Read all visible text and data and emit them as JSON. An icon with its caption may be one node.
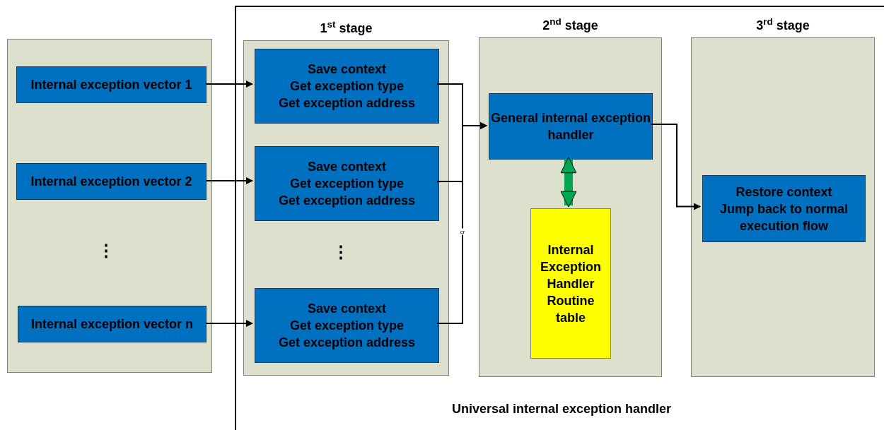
{
  "diagram": {
    "nodes": [
      {
        "text": [],
        "shape": "box"
      },
      {
        "text": [
          "Internal exception vector 1"
        ],
        "in": 0
      },
      {
        "text": [
          "Internal exception vector 2"
        ],
        "in": 0
      },
      {
        "text": [
          "Internal exception vector n"
        ],
        "in": 0
      },
      {
        "text": [
          "Universal internal exception handler"
        ]
      },
      {
        "text": [
          "1$^{st}$ stage"
        ],
        "in": 4
      },
      {
        "text": [
          "Save context",
          "Get exception type",
          "Get exception address"
        ],
        "in": 5
      },
      {
        "text": [
          "Save context",
          "Get exception type",
          "Get exception address"
        ],
        "in": 5
      },
      {
        "text": [
          "Save context",
          "Get exception type",
          "Get exception address"
        ],
        "in": 5
      },
      {
        "text": [
          "2$^{nd}$ stage"
        ],
        "in": 4
      },
      {
        "text": [
          "General internal exception handler"
        ],
        "in": 9
      },
      {
        "text": [
          "Internal Exception Handler Routine table"
        ],
        "in": 9
      },
      {
        "text": [
          "3$^{rd}$ stage"
        ],
        "in": 4
      },
      {
        "text": [
          "Restore context",
          "Jump back to normal execution flow"
        ],
        "in": 12
      }
    ],
    "edges": [
      {
        "from": 1,
        "to": 6,
        "arrow": "to"
      },
      {
        "from": 2,
        "to": 7,
        "arrow": "to"
      },
      {
        "from": 3,
        "to": 8,
        "arrow": "to"
      },
      {
        "from": 6,
        "to": 10,
        "arrow": "to"
      },
      {
        "from": 7,
        "to": 10,
        "arrow": "to"
      },
      {
        "from": 8,
        "to": 10,
        "arrow": "to"
      },
      {
        "from": 10,
        "to": 11,
        "arrow": "both",
        "style": "thick",
        "color": "#00a651"
      },
      {
        "from": 10,
        "to": 13,
        "arrow": "to"
      }
    ],
    "labels": [
      "⋮",
      "⋮",
      "cr"
    ]
  }
}
